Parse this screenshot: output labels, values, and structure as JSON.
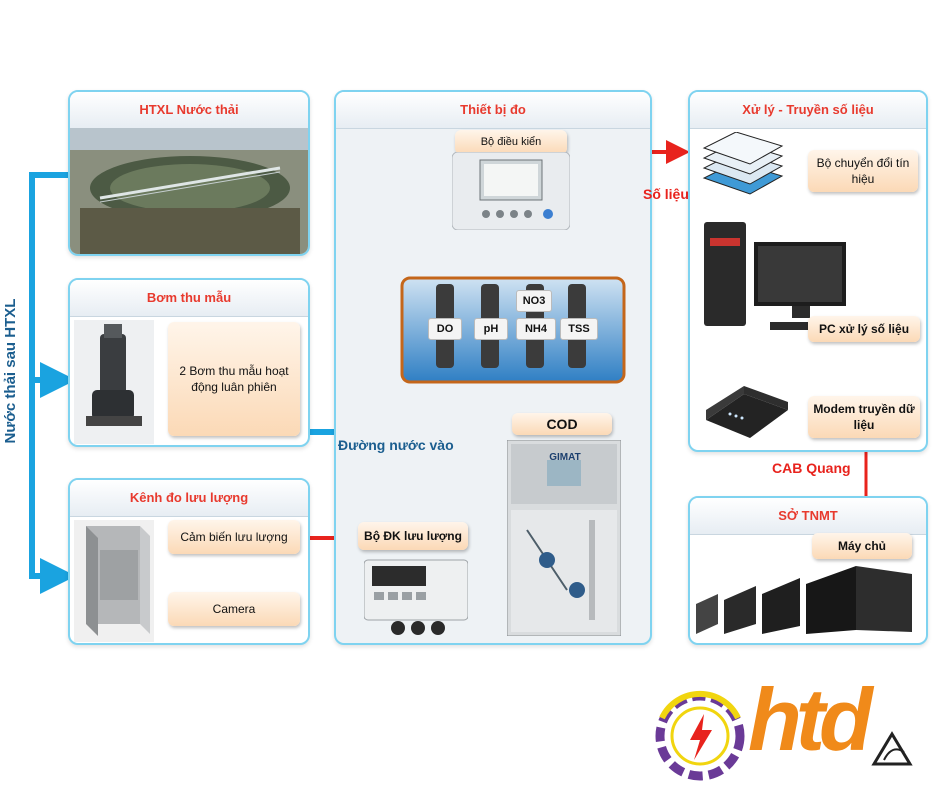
{
  "side_label": "Nước thải sau HTXL",
  "panels": {
    "htxl": {
      "title": "HTXL Nước thải"
    },
    "pump": {
      "title": "Bơm thu mẫu",
      "note": "2 Bơm thu mẫu hoạt động luân phiên"
    },
    "flow": {
      "title": "Kênh đo lưu lượng",
      "sensor": "Cảm biến lưu lượng",
      "camera": "Camera"
    },
    "device": {
      "title": "Thiết bị đo",
      "controller": "Bộ điều kiển",
      "cod": "COD",
      "flow_controller": "Bộ ĐK lưu lượng",
      "gimat": "GIMAT",
      "probes": [
        "DO",
        "pH",
        "NH4",
        "TSS"
      ],
      "no3": "NO3"
    },
    "process": {
      "title": "Xử lý - Truyền số liệu",
      "converter": "Bộ chuyển đổi tín hiệu",
      "pc": "PC xử lý số liệu",
      "modem": "Modem truyền dữ liệu"
    },
    "so": {
      "title": "SỞ TNMT",
      "server": "Máy chủ"
    }
  },
  "labels": {
    "so_lieu": "Số liệu",
    "duong_nuoc_vao": "Đường nước vào",
    "cab_quang": "CAB Quang"
  },
  "logo": {
    "text": "htd"
  },
  "colors": {
    "panel_border": "#7fd3f0",
    "title_red": "#e83a2e",
    "arrow_blue": "#1aa3e0",
    "arrow_red": "#e8231d",
    "peach": "#fbd9b6"
  }
}
